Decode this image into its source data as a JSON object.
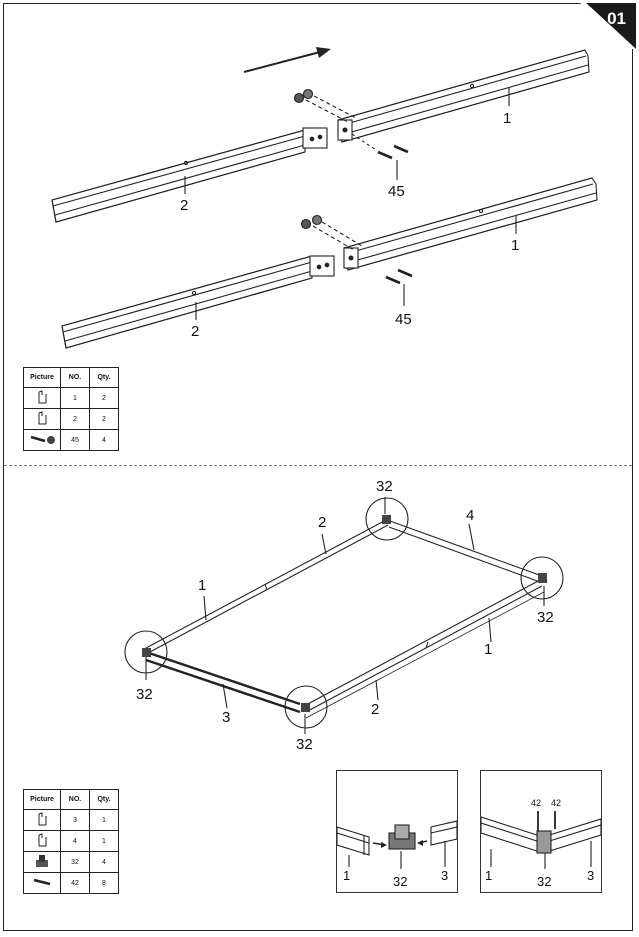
{
  "step": {
    "number": "01"
  },
  "top_section": {
    "labels": {
      "rail_upper": "1",
      "rail_upper_left": "2",
      "rail_lower": "1",
      "rail_lower_left": "2",
      "bolt_upper": "45",
      "bolt_lower": "45"
    },
    "parts_table": {
      "headers": [
        "Picture",
        "NO.",
        "Qty."
      ],
      "rows": [
        {
          "icon": "rail-profile-icon",
          "no": "1",
          "qty": "2"
        },
        {
          "icon": "rail-profile-icon",
          "no": "2",
          "qty": "2"
        },
        {
          "icon": "bolt-nut-icon",
          "no": "45",
          "qty": "4"
        }
      ]
    }
  },
  "bottom_section": {
    "labels": {
      "corner_top": "32",
      "corner_right": "32",
      "corner_left": "32",
      "corner_bottom": "32",
      "rail_top_left": "2",
      "rail_top_right": "4",
      "rail_left": "1",
      "rail_right": "1",
      "rail_front": "3",
      "rail_bottom_right": "2"
    },
    "parts_table": {
      "headers": [
        "Picture",
        "NO.",
        "Qty."
      ],
      "rows": [
        {
          "icon": "rail-profile-icon",
          "no": "3",
          "qty": "1"
        },
        {
          "icon": "rail-profile-icon",
          "no": "4",
          "qty": "1"
        },
        {
          "icon": "corner-connector-icon",
          "no": "32",
          "qty": "4"
        },
        {
          "icon": "screw-icon",
          "no": "42",
          "qty": "8"
        }
      ]
    },
    "inset_left": {
      "left_part": "1",
      "connector": "32",
      "right_part": "3"
    },
    "inset_right": {
      "left_part": "1",
      "connector": "32",
      "right_part": "3",
      "screw_a": "42",
      "screw_b": "42"
    }
  }
}
